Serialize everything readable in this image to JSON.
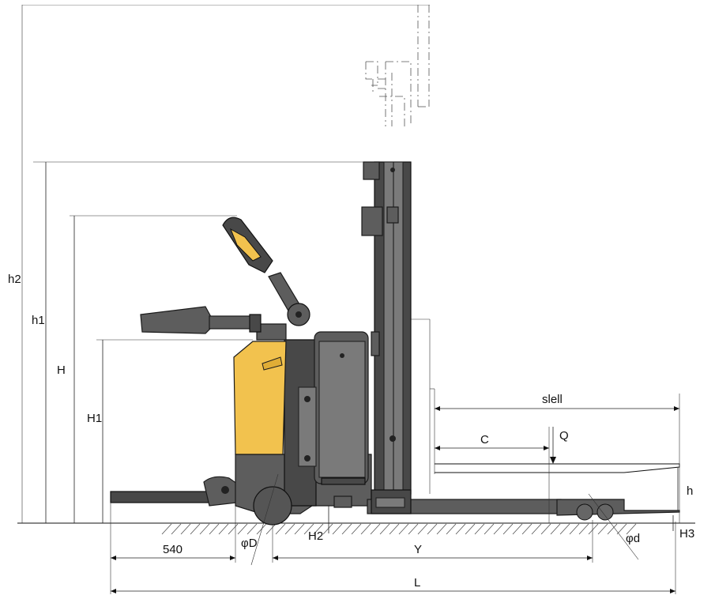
{
  "labels": {
    "h2": "h2",
    "h1": "h1",
    "H": "H",
    "H1": "H1",
    "slell": "slell",
    "C": "C",
    "Q": "Q",
    "h": "h",
    "H3": "H3",
    "phiD": "φD",
    "H2": "H2",
    "phid": "φd",
    "d540": "540",
    "Y": "Y",
    "L": "L"
  },
  "colors": {
    "battery_cover": "#f2c24e",
    "body": "#5d5d5d",
    "dark": "#484848",
    "outline": "#1b1b1b"
  }
}
